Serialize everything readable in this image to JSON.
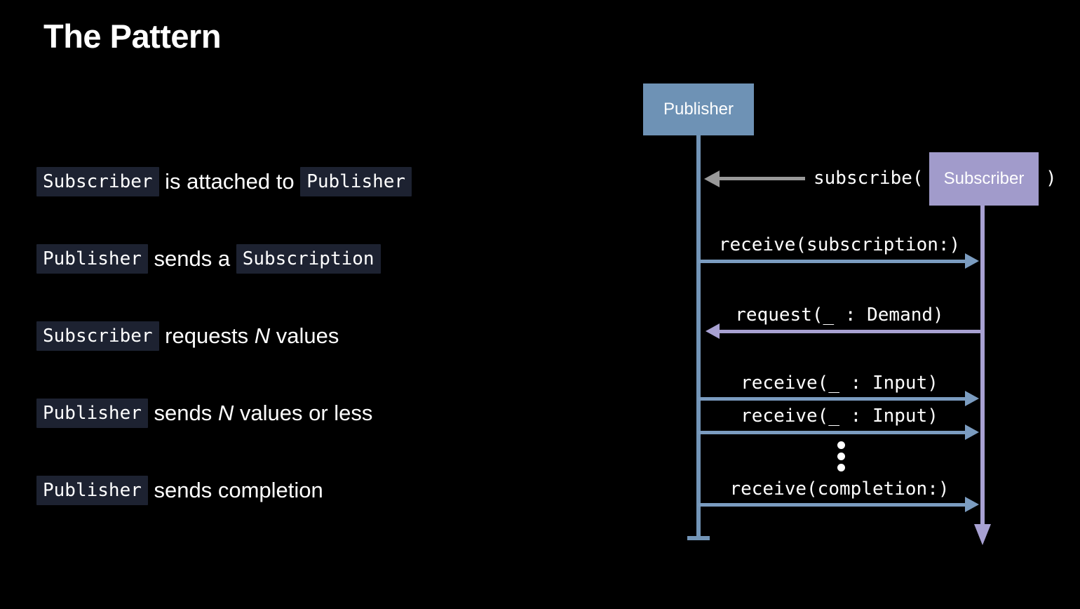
{
  "slide": {
    "title": "The Pattern"
  },
  "bullets": [
    {
      "segments": {
        "0": {
          "style": "code",
          "text": "Subscriber"
        },
        "1": {
          "style": "plain",
          "text": " is attached to "
        },
        "2": {
          "style": "code",
          "text": "Publisher"
        }
      }
    },
    {
      "segments": {
        "0": {
          "style": "code",
          "text": "Publisher"
        },
        "1": {
          "style": "plain",
          "text": " sends a "
        },
        "2": {
          "style": "code",
          "text": "Subscription"
        }
      }
    },
    {
      "segments": {
        "0": {
          "style": "code",
          "text": "Subscriber"
        },
        "1": {
          "style": "plain",
          "text": " requests "
        },
        "2": {
          "style": "italic",
          "text": "N"
        },
        "3": {
          "style": "plain",
          "text": " values"
        }
      }
    },
    {
      "segments": {
        "0": {
          "style": "code",
          "text": "Publisher"
        },
        "1": {
          "style": "plain",
          "text": " sends "
        },
        "2": {
          "style": "italic",
          "text": "N"
        },
        "3": {
          "style": "plain",
          "text": " values or less"
        }
      }
    },
    {
      "segments": {
        "0": {
          "style": "code",
          "text": "Publisher"
        },
        "1": {
          "style": "plain",
          "text": " sends completion"
        }
      }
    }
  ],
  "diagram": {
    "publisher": {
      "label": "Publisher"
    },
    "subscriber": {
      "label": "Subscriber"
    },
    "subscribe_call": {
      "prefix": "subscribe(",
      "suffix": ")",
      "direction": "left",
      "from": "subscriber",
      "to": "publisher"
    },
    "messages": [
      {
        "label": "receive(subscription:)",
        "direction": "right",
        "from": "publisher",
        "to": "subscriber"
      },
      {
        "label": "request(_ : Demand)",
        "direction": "left",
        "from": "subscriber",
        "to": "publisher"
      },
      {
        "label": "receive(_ : Input)",
        "direction": "right",
        "from": "publisher",
        "to": "subscriber"
      },
      {
        "label": "receive(_ : Input)",
        "direction": "right",
        "from": "publisher",
        "to": "subscriber"
      },
      {
        "label": "receive(completion:)",
        "direction": "right",
        "from": "publisher",
        "to": "subscriber"
      }
    ],
    "icons": {
      "ellipsis": "vertical-ellipsis-dots",
      "lifeline_end": "tee-terminator",
      "lifeline_arrow": "down-arrowhead"
    }
  },
  "colors": {
    "background": "#000000",
    "text": "#ffffff",
    "code_chip_bg": "#1d2231",
    "publisher_fill": "#6e92b5",
    "publisher_line": "#7395b7",
    "message_blue": "#7b9cc0",
    "subscriber_fill": "#a19bcb",
    "subscriber_line": "#a8a1d2",
    "subscribe_arrow_gray": "#999999"
  }
}
